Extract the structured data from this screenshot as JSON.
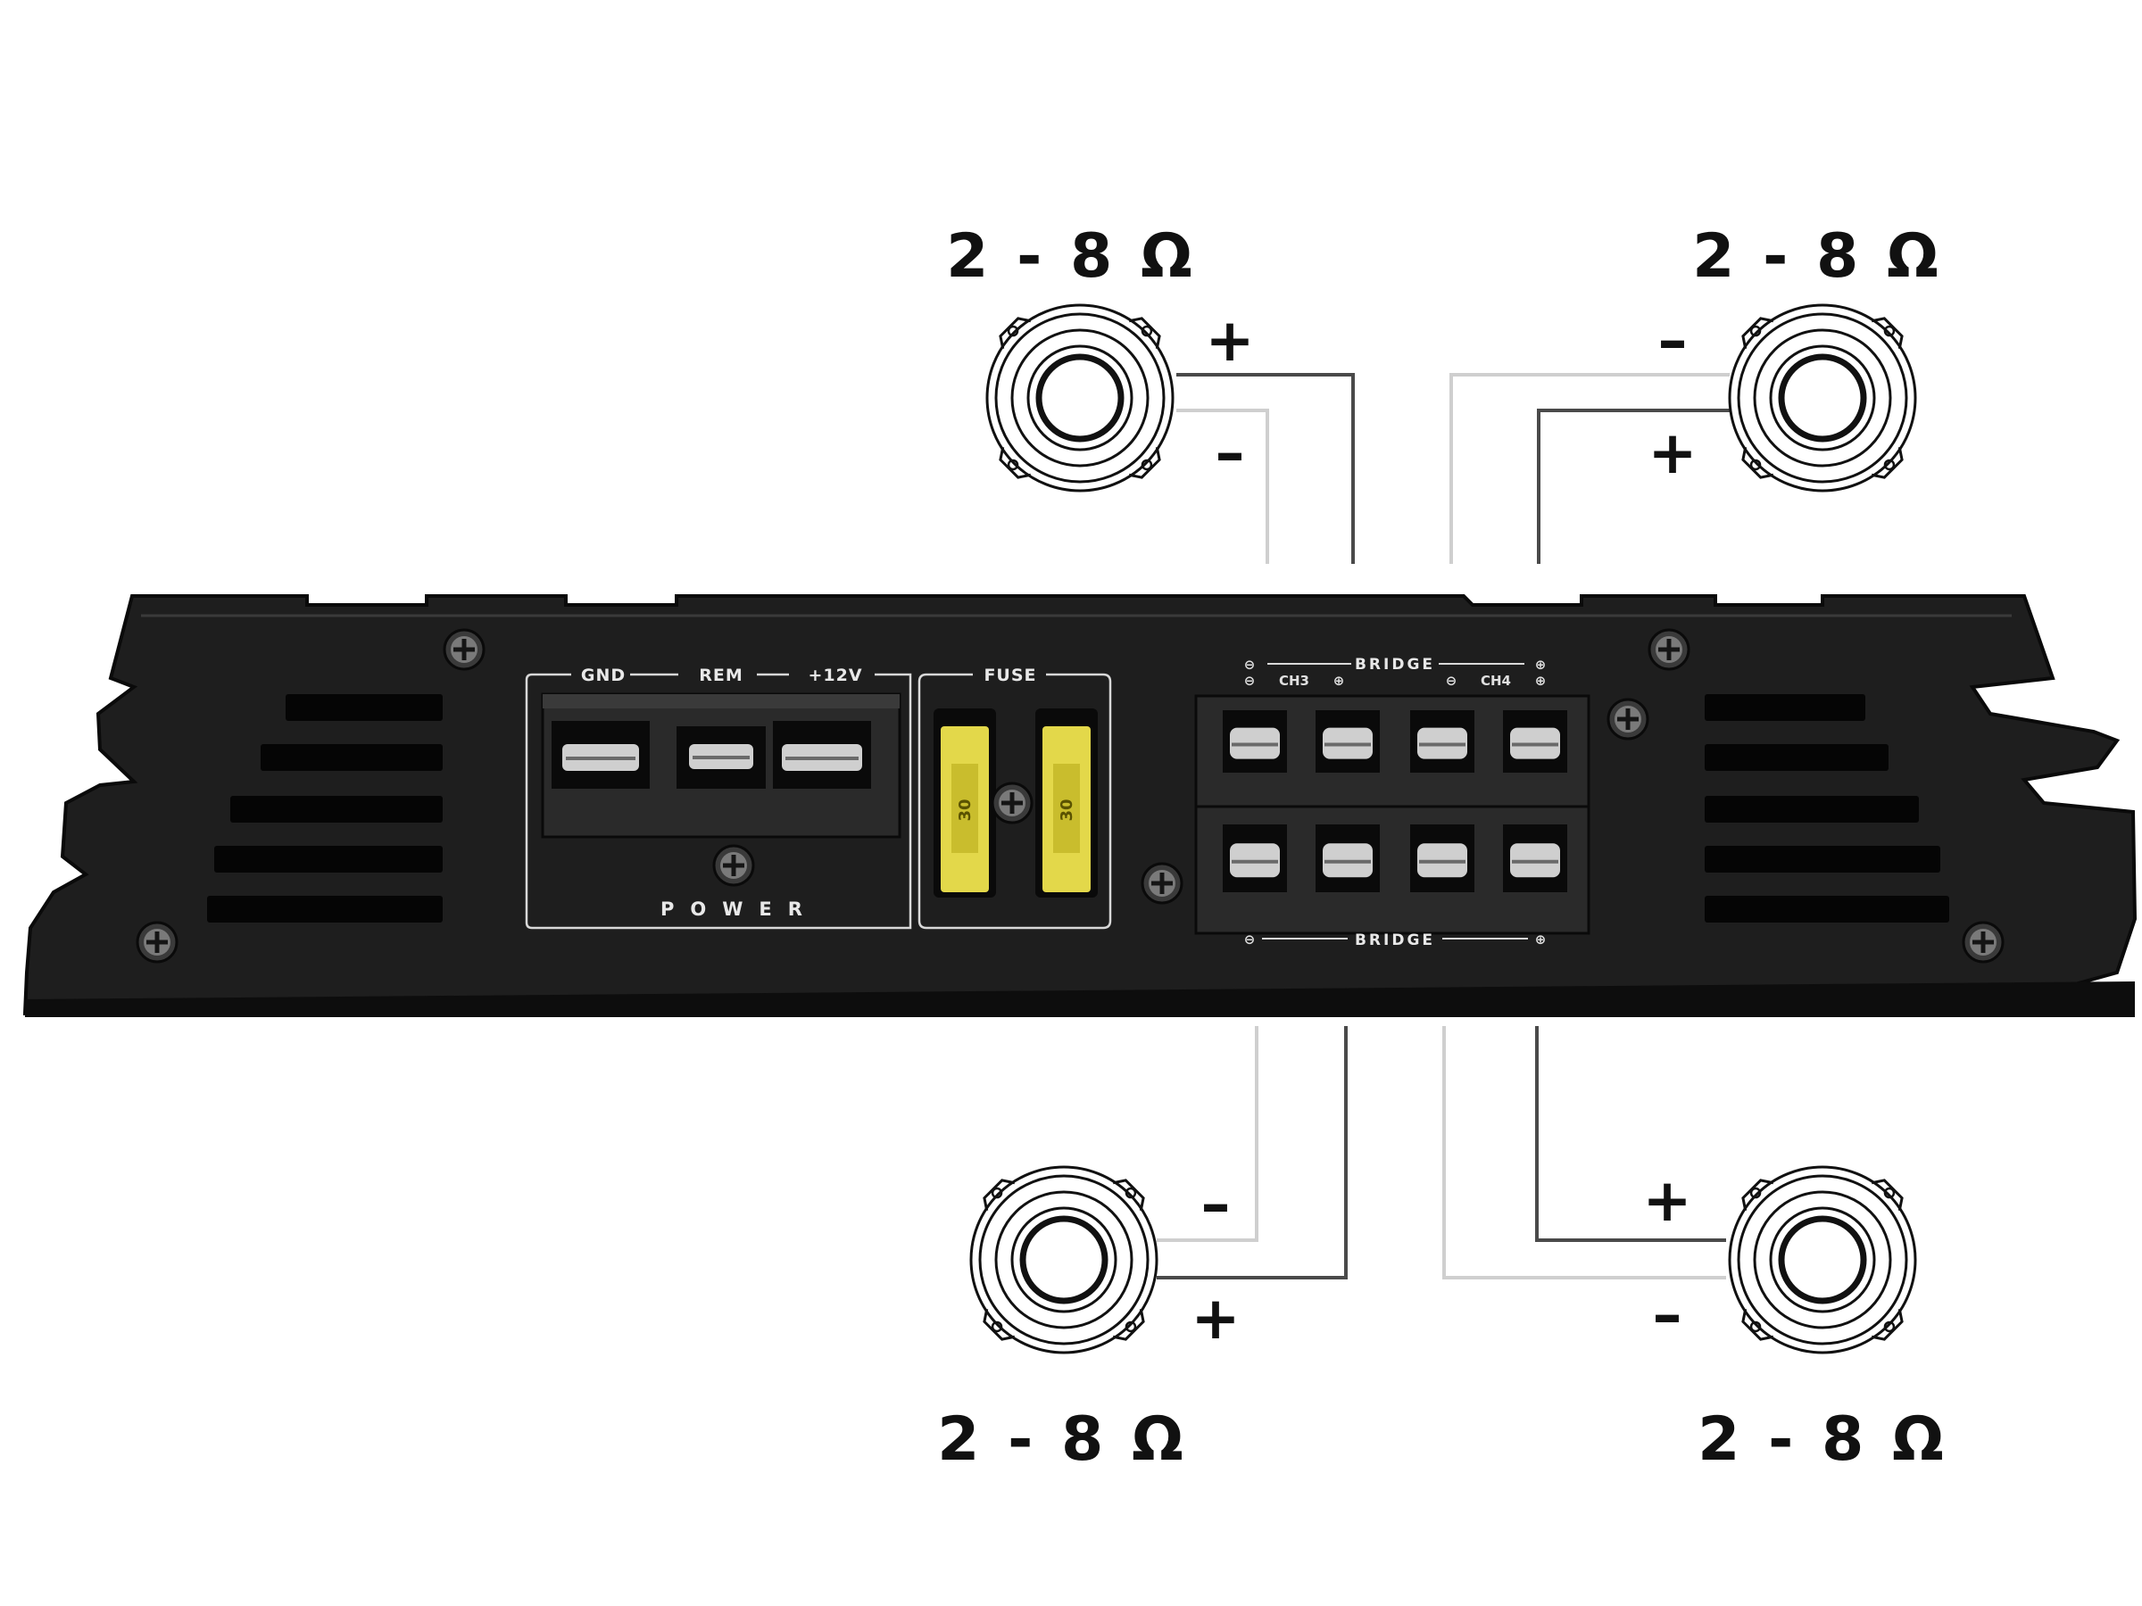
{
  "speakers": [
    {
      "id": "top-left",
      "impedance": "2 - 8 Ω",
      "upper_sign": "+",
      "lower_sign": "–"
    },
    {
      "id": "top-right",
      "impedance": "2 - 8 Ω",
      "upper_sign": "–",
      "lower_sign": "+"
    },
    {
      "id": "bottom-left",
      "impedance": "2 - 8 Ω",
      "upper_sign": "–",
      "lower_sign": "+"
    },
    {
      "id": "bottom-right",
      "impedance": "2 - 8 Ω",
      "upper_sign": "+",
      "lower_sign": "–"
    }
  ],
  "amplifier": {
    "power_terminals": {
      "gnd": "GND",
      "rem": "REM",
      "v12": "+12V",
      "section_label": "POWER"
    },
    "fuse": {
      "label": "FUSE",
      "fuse_rating": "30"
    },
    "outputs": {
      "top_bridge_label": "BRIDGE",
      "ch3_label": "CH3",
      "ch4_label": "CH4",
      "bottom_bridge_label": "BRIDGE",
      "minus_symbol": "⊖",
      "plus_symbol": "⊕"
    }
  },
  "colors": {
    "amp_body": "#1c1c1c",
    "amp_outline": "#0a0a0a",
    "panel_line": "#d8d8d8",
    "fuse_yellow": "#e3d84a",
    "terminal_metal": "#cfcfcf",
    "wire_dark": "#4a4a4a",
    "wire_light": "#cfcfcf"
  }
}
